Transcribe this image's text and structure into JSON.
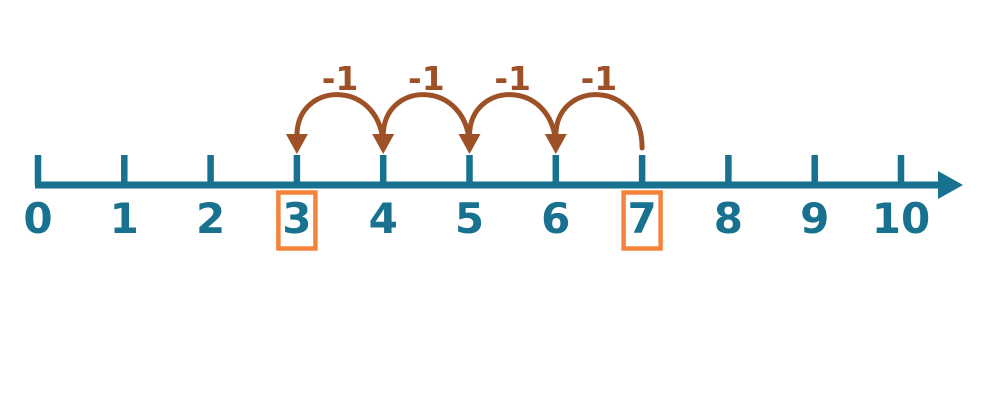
{
  "diagram": {
    "type": "number-line-subtraction",
    "background": "#ffffff",
    "number_line": {
      "color": "#17718f",
      "label_color": "#17718f",
      "min": 0,
      "max": 10,
      "tick_labels": [
        "0",
        "1",
        "2",
        "3",
        "4",
        "5",
        "6",
        "7",
        "8",
        "9",
        "10"
      ],
      "highlighted_values": [
        "3",
        "7"
      ],
      "highlight_box_color": "#f5833b"
    },
    "jumps": {
      "color": "#9e5126",
      "items": [
        {
          "from": "7",
          "to": "6",
          "label": "-1"
        },
        {
          "from": "6",
          "to": "5",
          "label": "-1"
        },
        {
          "from": "5",
          "to": "4",
          "label": "-1"
        },
        {
          "from": "4",
          "to": "3",
          "label": "-1"
        }
      ]
    }
  }
}
